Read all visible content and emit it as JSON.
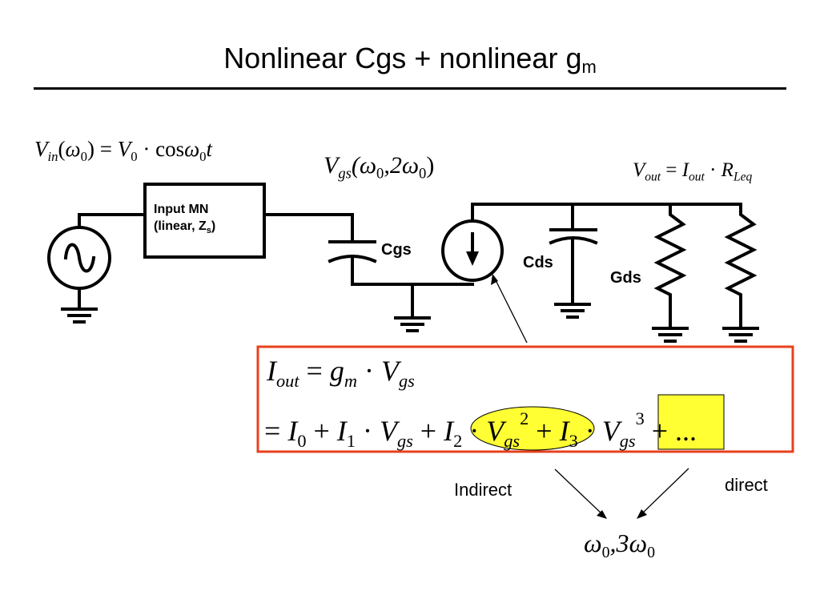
{
  "title": {
    "main": "Nonlinear Cgs + nonlinear g",
    "sub": "m"
  },
  "equations": {
    "vin": {
      "v": "V",
      "in": "in",
      "open": "(",
      "w": "ω",
      "w0": "0",
      "close": ")",
      "eq": " = ",
      "V": "V",
      "V0": "0",
      "dot": " · cos",
      "w2": "ω",
      "w20": "0",
      "t": "t"
    },
    "vgs": {
      "v": "V",
      "gs": "gs",
      "args": "(ω",
      "a0": "0",
      "mid": ",2ω",
      "b0": "0",
      "close": ")"
    },
    "vout": {
      "v": "V",
      "out": "out",
      "eq": " = ",
      "i": "I",
      "iout": "out",
      "dot": " · ",
      "r": "R",
      "leq": "Leq"
    },
    "line1": {
      "i": "I",
      "out": "out",
      "eq": " = ",
      "g": "g",
      "m": "m",
      "dot": " · ",
      "v": "V",
      "gs": "gs"
    },
    "line2": {
      "eq": "= ",
      "i0": "I",
      "i0s": "0",
      "plus1": " + ",
      "i1": "I",
      "i1s": "1",
      "dot1": " · ",
      "v1": "V",
      "v1s": "gs",
      "plus2": " + ",
      "i2": "I",
      "i2s": "2",
      "dot2": " · ",
      "v2": "V",
      "v2s": "gs",
      "p2": "2",
      "plus3": " + ",
      "i3": "I",
      "i3s": "3",
      "dot3": " · ",
      "v3": "V",
      "v3s": "gs",
      "p3": "3",
      "tail": " + ..."
    },
    "result": {
      "w": "ω",
      "w0": "0",
      "mid": ",3ω",
      "b0": "0"
    }
  },
  "labels": {
    "input_mn_line1": "Input MN",
    "input_mn_line2": "(linear, Z",
    "input_mn_sub": "s",
    "input_mn_close": ")",
    "cgs": "Cgs",
    "cds": "Cds",
    "gds": "Gds",
    "indirect": "Indirect",
    "direct": "direct"
  },
  "colors": {
    "box_border": "#e8401c",
    "highlight": "#ffff33",
    "ink": "#000000"
  }
}
